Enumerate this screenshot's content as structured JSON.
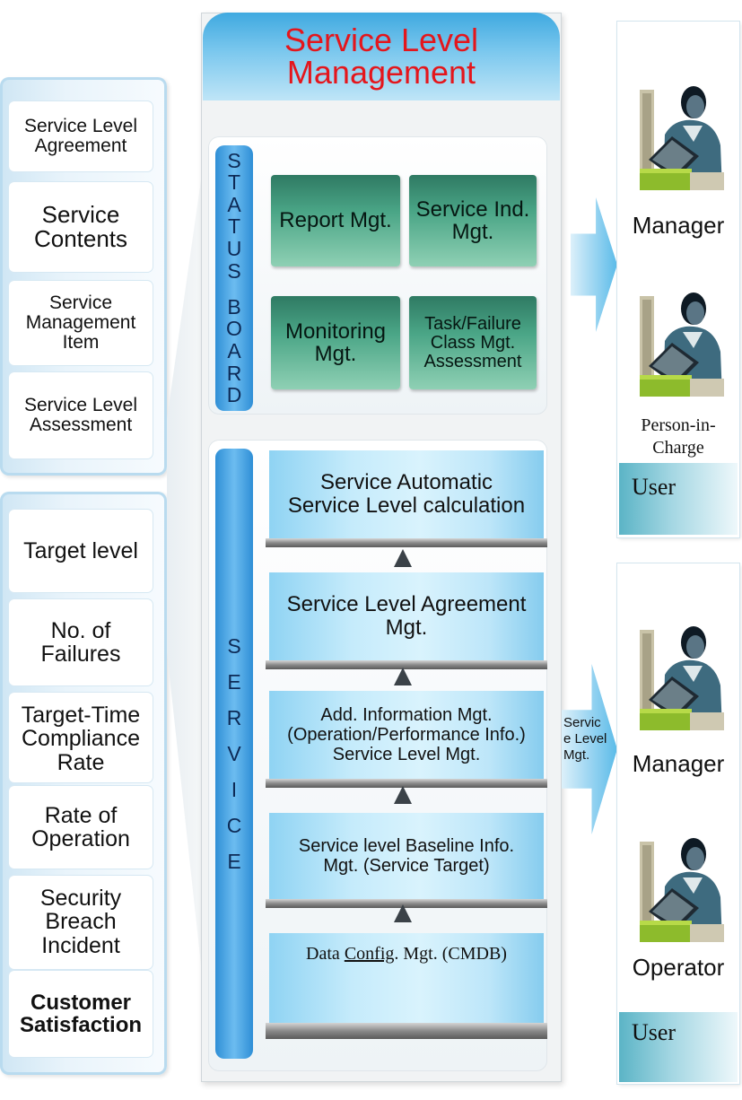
{
  "title": "Service Level\nManagement",
  "left_top_items": [
    "Service Level\nAgreement",
    "Service\nContents",
    "Service\nManagement\nItem",
    "Service Level\nAssessment"
  ],
  "left_bottom_items": [
    "Target level",
    "No. of\nFailures",
    "Target-Time\nCompliance\nRate",
    "Rate of\nOperation",
    "Security\nBreach\nIncident",
    "Customer\nSatisfaction"
  ],
  "status_board": {
    "label": "STATUS BOARD",
    "boxes": [
      "Report Mgt.",
      "Service Ind.\nMgt.",
      "Monitoring\nMgt.",
      "Task/Failure\nClass Mgt.\nAssessment"
    ]
  },
  "service": {
    "label": "SERVICE",
    "boxes": [
      "Service Automatic\nService Level calculation",
      "Service Level Agreement\nMgt.",
      "Add. Information Mgt.\n(Operation/Performance Info.)\nService Level Mgt.",
      "Service level Baseline Info.\nMgt. (Service Target)"
    ],
    "cmdb": {
      "prefix": "Data ",
      "link": "Config",
      "suffix": ". Mgt. (CMDB)"
    }
  },
  "right_top": {
    "roles": [
      "Manager",
      "Person-in-\nCharge"
    ],
    "band_label": "User"
  },
  "arrow_label": "Servic\ne Level\nMgt.",
  "right_bottom": {
    "roles": [
      "Manager",
      "Operator"
    ],
    "band_label": "User"
  },
  "icons": [
    "person-at-computer-icon"
  ],
  "colors": {
    "title": "#e4161c",
    "bar_blue": "#2f8fd6",
    "status_green": "#3f9a7a",
    "service_blue": "#c5ebfb",
    "user_band": "#5bb4c6"
  }
}
